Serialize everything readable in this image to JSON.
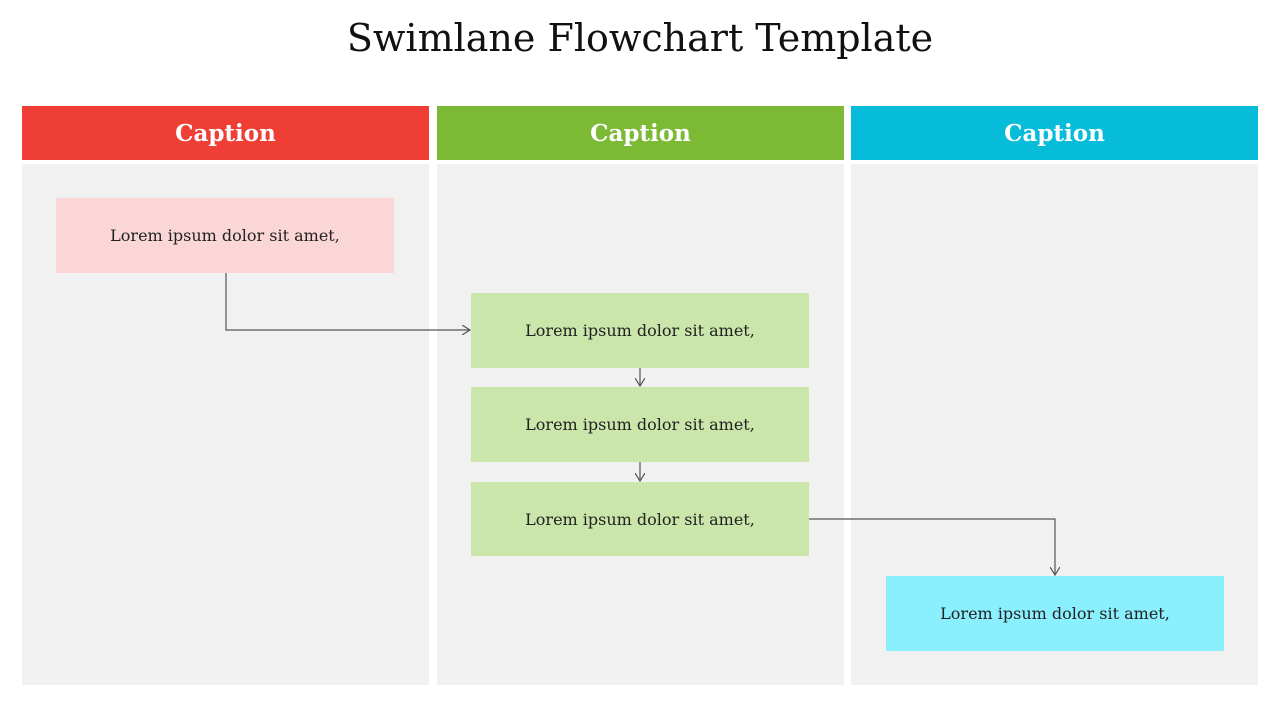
{
  "title": "Swimlane Flowchart Template",
  "lanes": [
    {
      "caption": "Caption",
      "color": "#ef3e35"
    },
    {
      "caption": "Caption",
      "color": "#7cb935"
    },
    {
      "caption": "Caption",
      "color": "#06bcd8"
    }
  ],
  "nodes": [
    {
      "text": "Lorem ipsum dolor sit amet,",
      "lane": 1,
      "color": "#fbd6d7"
    },
    {
      "text": "Lorem ipsum dolor sit amet,",
      "lane": 2,
      "color": "#cbe6aa"
    },
    {
      "text": "Lorem ipsum dolor sit amet,",
      "lane": 2,
      "color": "#cbe6aa"
    },
    {
      "text": "Lorem ipsum dolor sit amet,",
      "lane": 2,
      "color": "#cbe6aa"
    },
    {
      "text": "Lorem ipsum dolor sit amet,",
      "lane": 3,
      "color": "#8af0fd"
    }
  ],
  "edges": [
    {
      "from": 0,
      "to": 1
    },
    {
      "from": 1,
      "to": 2
    },
    {
      "from": 2,
      "to": 3
    },
    {
      "from": 3,
      "to": 4
    }
  ],
  "connector_color": "#555555"
}
